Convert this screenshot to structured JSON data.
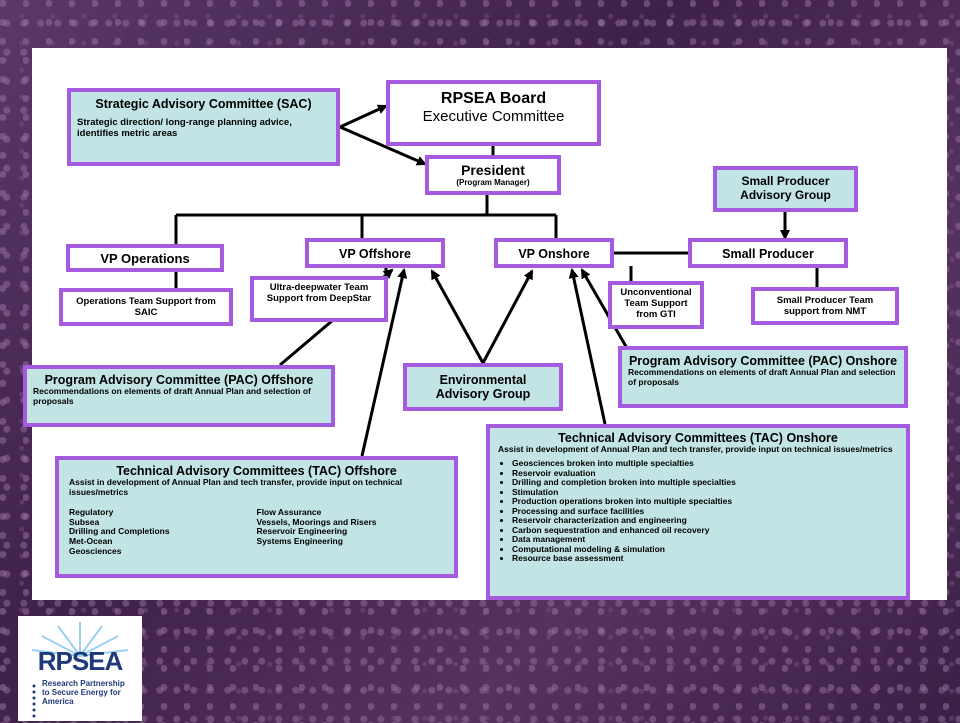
{
  "board": {
    "title": "RPSEA Board",
    "subtitle": "Executive Committee"
  },
  "sac": {
    "title": "Strategic Advisory Committee (SAC)",
    "desc": "Strategic direction/ long-range planning advice, identifies metric areas"
  },
  "president": {
    "title": "President",
    "subtitle": "(Program Manager)"
  },
  "small_producer_advisory": {
    "title": "Small Producer Advisory Group"
  },
  "vp_operations": {
    "title": "VP Operations"
  },
  "vp_offshore": {
    "title": "VP Offshore"
  },
  "vp_onshore": {
    "title": "VP Onshore"
  },
  "small_producer": {
    "title": "Small Producer"
  },
  "ops_support": {
    "title": "Operations Team Support from SAIC"
  },
  "deepstar_support": {
    "title": "Ultra-deepwater Team Support from DeepStar"
  },
  "gti_support": {
    "title": "Unconventional Team Support from GTI"
  },
  "nmt_support": {
    "title": "Small Producer Team support from NMT"
  },
  "pac_offshore": {
    "title": "Program Advisory Committee (PAC) Offshore",
    "desc": "Recommendations on elements of draft Annual Plan and selection of proposals"
  },
  "environmental": {
    "title": "Environmental Advisory Group"
  },
  "pac_onshore": {
    "title": "Program Advisory Committee (PAC) Onshore",
    "desc": "Recommendations on elements of draft Annual Plan and selection of proposals"
  },
  "tac_offshore": {
    "title": "Technical Advisory Committees  (TAC)  Offshore",
    "desc": "Assist in development of Annual Plan and tech transfer, provide input on technical issues/metrics",
    "col1": [
      "Regulatory",
      "Subsea",
      "Drilling and Completions",
      "Met-Ocean",
      "Geosciences"
    ],
    "col2": [
      "Flow Assurance",
      "Vessels, Moorings and Risers",
      "Reservoir Engineering",
      "Systems Engineering"
    ]
  },
  "tac_onshore": {
    "title": "Technical Advisory Committees (TAC)  Onshore",
    "desc": "Assist in development of Annual Plan and tech transfer, provide input on technical issues/metrics",
    "items": [
      "Geosciences broken into multiple specialties",
      "Reservoir evaluation",
      "Drilling and completion broken into multiple specialties",
      "Stimulation",
      "Production operations broken into multiple specialties",
      "Processing and surface facilities",
      "Reservoir characterization and engineering",
      "Carbon sequestration and enhanced oil recovery",
      "Data management",
      "Computational modeling & simulation",
      "Resource base assessment"
    ]
  },
  "logo": {
    "wordmark": "RPSEA",
    "tagline": "Research Partnership to Secure Energy for America"
  },
  "colors": {
    "box_border": "#a55be0",
    "teal_fill": "#c2e4e4",
    "background": "#4a2a55"
  }
}
